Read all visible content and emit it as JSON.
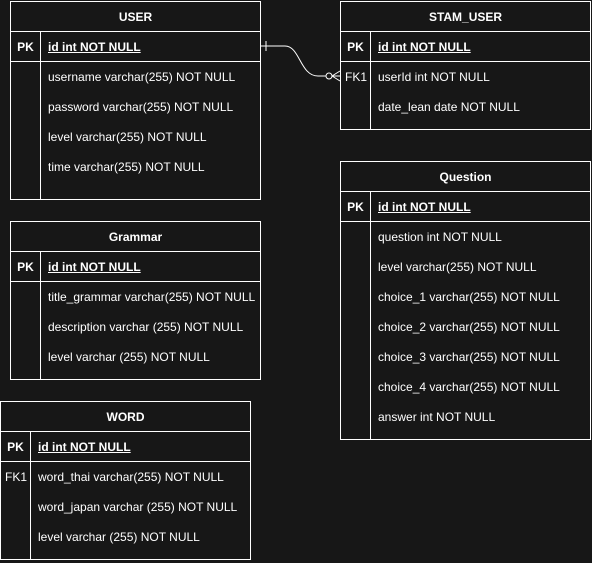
{
  "entities": {
    "user": {
      "title": "USER",
      "pk": {
        "key": "PK",
        "field": "id int NOT NULL"
      },
      "attrs": [
        {
          "key": "",
          "field": "username varchar(255) NOT NULL"
        },
        {
          "key": "",
          "field": "password varchar(255) NOT NULL"
        },
        {
          "key": "",
          "field": "level varchar(255) NOT NULL"
        },
        {
          "key": "",
          "field": "time varchar(255) NOT NULL"
        }
      ]
    },
    "stam_user": {
      "title": "STAM_USER",
      "pk": {
        "key": "PK",
        "field": "id int NOT NULL"
      },
      "attrs": [
        {
          "key": "FK1",
          "field": "userId int NOT NULL"
        },
        {
          "key": "",
          "field": "date_lean date NOT NULL"
        }
      ]
    },
    "grammar": {
      "title": "Grammar",
      "pk": {
        "key": "PK",
        "field": "id int NOT NULL"
      },
      "attrs": [
        {
          "key": "",
          "field": "title_grammar varchar(255) NOT NULL"
        },
        {
          "key": "",
          "field": "description varchar (255) NOT NULL"
        },
        {
          "key": "",
          "field": "level varchar (255) NOT NULL"
        }
      ]
    },
    "question": {
      "title": "Question",
      "pk": {
        "key": "PK",
        "field": "id int NOT NULL"
      },
      "attrs": [
        {
          "key": "",
          "field": "question int NOT NULL"
        },
        {
          "key": "",
          "field": "level varchar(255) NOT NULL"
        },
        {
          "key": "",
          "field": "choice_1 varchar(255) NOT NULL"
        },
        {
          "key": "",
          "field": "choice_2 varchar(255) NOT NULL"
        },
        {
          "key": "",
          "field": "choice_3 varchar(255) NOT NULL"
        },
        {
          "key": "",
          "field": "choice_4 varchar(255) NOT NULL"
        },
        {
          "key": "",
          "field": "answer int NOT NULL"
        }
      ]
    },
    "word": {
      "title": "WORD",
      "pk": {
        "key": "PK",
        "field": "id int NOT NULL"
      },
      "attrs": [
        {
          "key": "FK1",
          "field": "word_thai varchar(255) NOT NULL"
        },
        {
          "key": "",
          "field": "word_japan varchar (255) NOT NULL"
        },
        {
          "key": "",
          "field": "level varchar (255) NOT NULL"
        }
      ]
    }
  },
  "colors": {
    "background": "#171717",
    "line": "#ffffff",
    "text": "#ffffff"
  }
}
